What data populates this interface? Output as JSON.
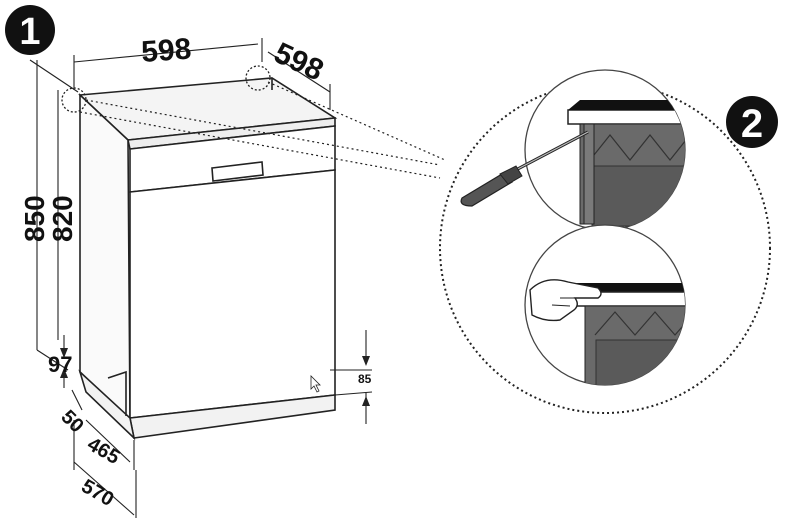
{
  "steps": {
    "step1": "1",
    "step2": "2"
  },
  "dimensions": {
    "width_front": "598",
    "depth_top": "598",
    "height_total": "850",
    "height_without_top": "820",
    "plinth_side": "97",
    "foot_offset": "50",
    "depth_465": "465",
    "depth_570": "570",
    "plinth_height": "85"
  },
  "colors": {
    "line": "#222222",
    "badge": "#111111"
  },
  "icons": {
    "tool": "screwdriver-icon",
    "hand": "hand-icon"
  }
}
